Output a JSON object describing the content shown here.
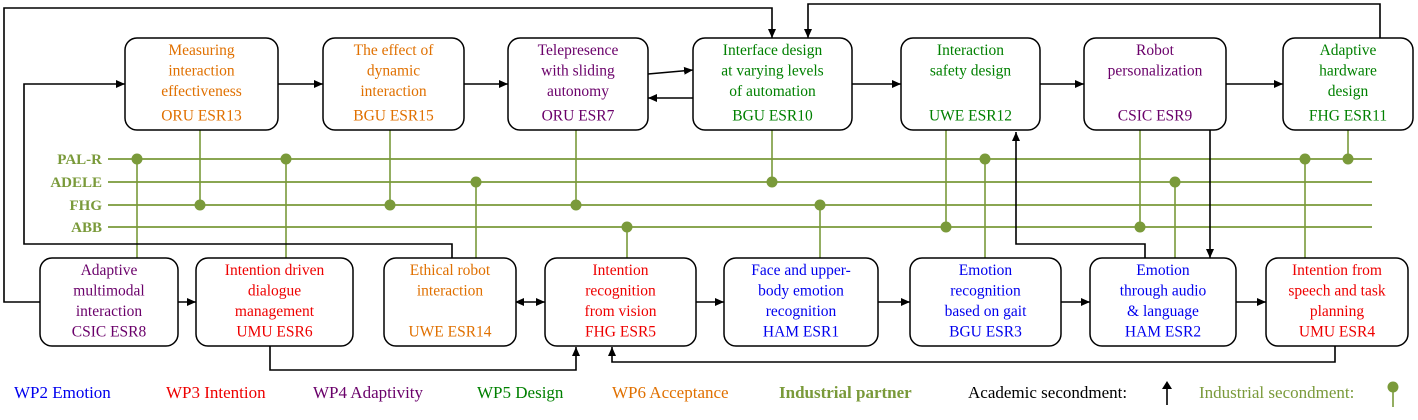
{
  "colors": {
    "emotion": "#0000ee",
    "intention": "#ee0000",
    "adaptivity": "#6a006a",
    "design": "#008000",
    "acceptance": "#e07000",
    "industrial": "#7a9a3a",
    "academic": "#000000"
  },
  "partners": [
    "PAL-R",
    "ADELE",
    "FHG",
    "ABB"
  ],
  "boxes_top": [
    {
      "lines": [
        "Measuring",
        "interaction",
        "effectiveness",
        "ORU ESR13"
      ],
      "wp": "acceptance"
    },
    {
      "lines": [
        "The effect of",
        "dynamic",
        "interaction",
        "BGU ESR15"
      ],
      "wp": "acceptance"
    },
    {
      "lines": [
        "Telepresence",
        "with sliding",
        "autonomy",
        "ORU ESR7"
      ],
      "wp": "adaptivity"
    },
    {
      "lines": [
        "Interface design",
        "at varying levels",
        "of automation",
        "BGU ESR10"
      ],
      "wp": "design"
    },
    {
      "lines": [
        "Interaction",
        "safety design",
        "",
        "UWE ESR12"
      ],
      "wp": "design"
    },
    {
      "lines": [
        "Robot",
        "personalization",
        "",
        "CSIC ESR9"
      ],
      "wp": "adaptivity"
    },
    {
      "lines": [
        "Adaptive",
        "hardware",
        "design",
        "FHG ESR11"
      ],
      "wp": "design"
    }
  ],
  "boxes_bottom": [
    {
      "lines": [
        "Adaptive",
        "multimodal",
        "interaction",
        "CSIC ESR8"
      ],
      "wp": "adaptivity"
    },
    {
      "lines": [
        "Intention driven",
        "dialogue",
        "management",
        "UMU ESR6"
      ],
      "wp": "intention"
    },
    {
      "lines": [
        "Ethical robot",
        "interaction",
        "",
        "UWE ESR14"
      ],
      "wp": "acceptance"
    },
    {
      "lines": [
        "Intention",
        "recognition",
        "from vision",
        "FHG ESR5"
      ],
      "wp": "intention"
    },
    {
      "lines": [
        "Face and upper-",
        "body emotion",
        "recognition",
        "HAM ESR1"
      ],
      "wp": "emotion"
    },
    {
      "lines": [
        "Emotion",
        "recognition",
        "based on gait",
        "BGU ESR3"
      ],
      "wp": "emotion"
    },
    {
      "lines": [
        "Emotion",
        "through audio",
        "& language",
        "HAM ESR2"
      ],
      "wp": "emotion"
    },
    {
      "lines": [
        "Intention from",
        "speech and task",
        "planning",
        "UMU ESR4"
      ],
      "wp": "intention"
    }
  ],
  "legend": {
    "wp2": "WP2 Emotion",
    "wp3": "WP3 Intention",
    "wp4": "WP4 Adaptivity",
    "wp5": "WP5 Design",
    "wp6": "WP6 Acceptance",
    "industrial_partner": "Industrial partner",
    "academic_secondment": "Academic secondment:",
    "industrial_secondment": "Industrial secondment:"
  }
}
